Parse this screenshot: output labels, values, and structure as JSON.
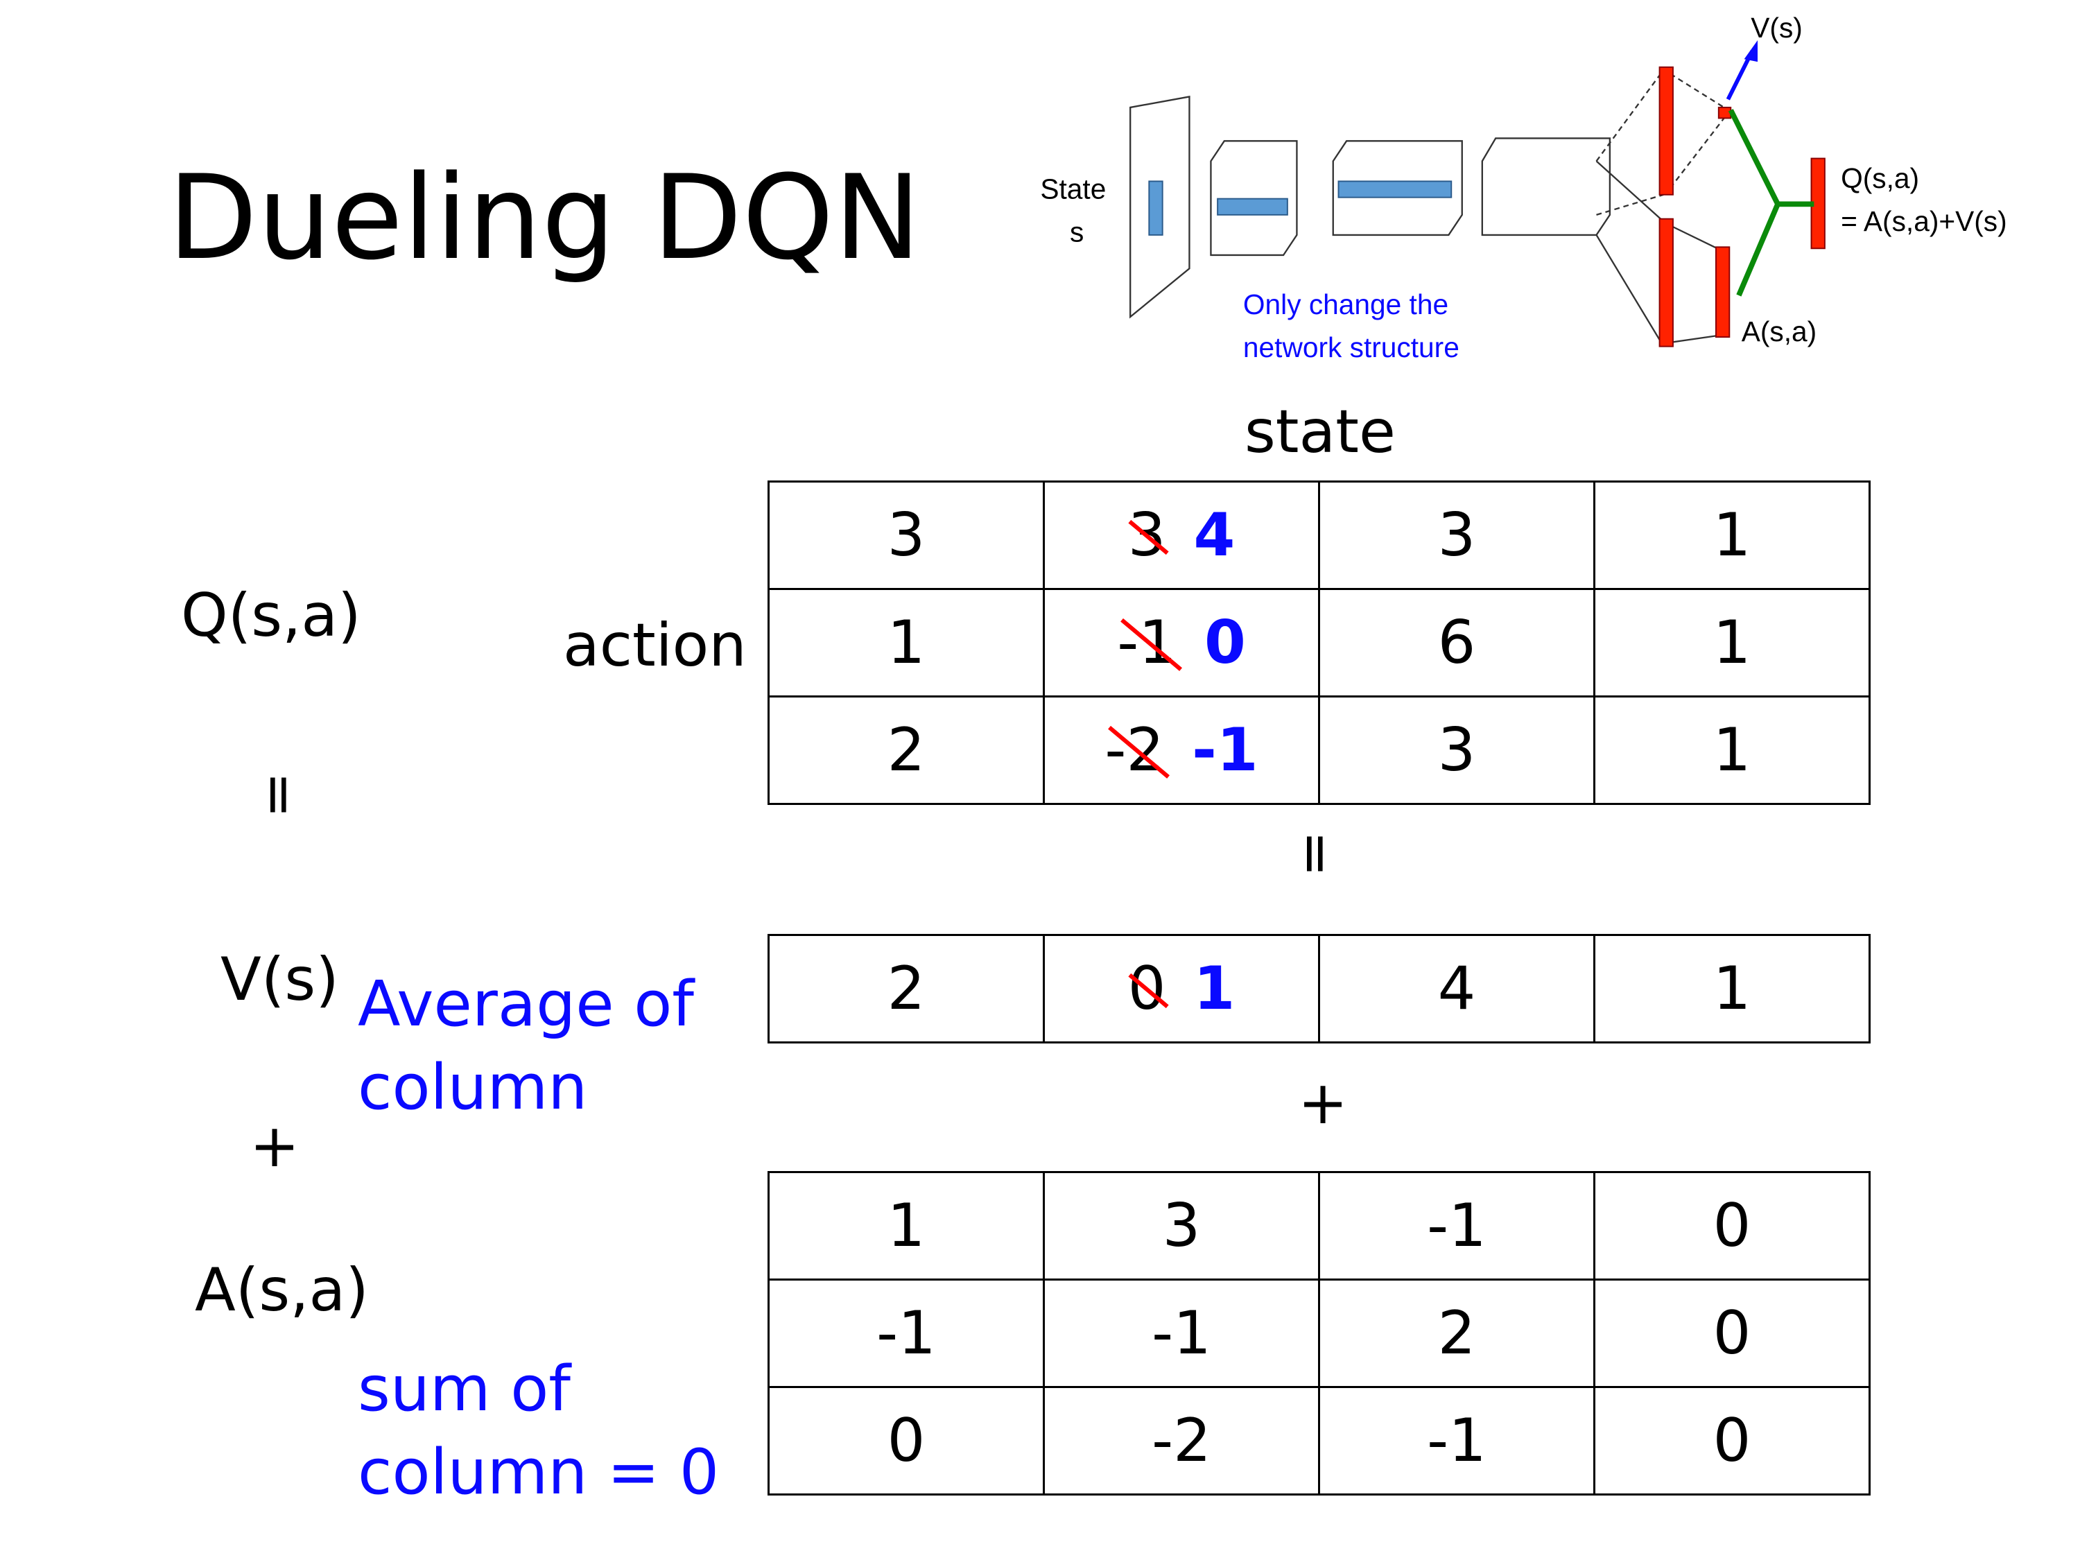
{
  "title": "Dueling DQN",
  "diagram": {
    "state_label": "State",
    "state_var": "s",
    "note_line1": "Only change the",
    "note_line2": "network structure",
    "v_label": "V(s)",
    "q_label": "Q(s,a)",
    "q_formula": "= A(s,a)+V(s)",
    "a_label": "A(s,a)",
    "colors": {
      "layer_fill": "#5b9bd5",
      "stream": "#ff2200",
      "value_arrow": "#0a0aff",
      "merge": "#0a8a0a"
    }
  },
  "labels": {
    "state": "state",
    "action": "action",
    "q": "Q(s,a)",
    "eq1": "=",
    "eq2": "=",
    "v": "V(s)",
    "plus1": "+",
    "plus2": "+",
    "a": "A(s,a)",
    "avg_line1": "Average of",
    "avg_line2": "column",
    "sum_line1": "sum of",
    "sum_line2": "column = 0"
  },
  "q_table": [
    [
      {
        "v": "3"
      },
      {
        "old": "3",
        "new": "4"
      },
      {
        "v": "3"
      },
      {
        "v": "1"
      }
    ],
    [
      {
        "v": "1"
      },
      {
        "old": "-1",
        "new": "0"
      },
      {
        "v": "6"
      },
      {
        "v": "1"
      }
    ],
    [
      {
        "v": "2"
      },
      {
        "old": "-2",
        "new": "-1"
      },
      {
        "v": "3"
      },
      {
        "v": "1"
      }
    ]
  ],
  "v_table": [
    [
      {
        "v": "2"
      },
      {
        "old": "0",
        "new": "1"
      },
      {
        "v": "4"
      },
      {
        "v": "1"
      }
    ]
  ],
  "a_table": [
    [
      {
        "v": "1"
      },
      {
        "v": "3"
      },
      {
        "v": "-1"
      },
      {
        "v": "0"
      }
    ],
    [
      {
        "v": "-1"
      },
      {
        "v": "-1"
      },
      {
        "v": "2"
      },
      {
        "v": "0"
      }
    ],
    [
      {
        "v": "0"
      },
      {
        "v": "-2"
      },
      {
        "v": "-1"
      },
      {
        "v": "0"
      }
    ]
  ]
}
